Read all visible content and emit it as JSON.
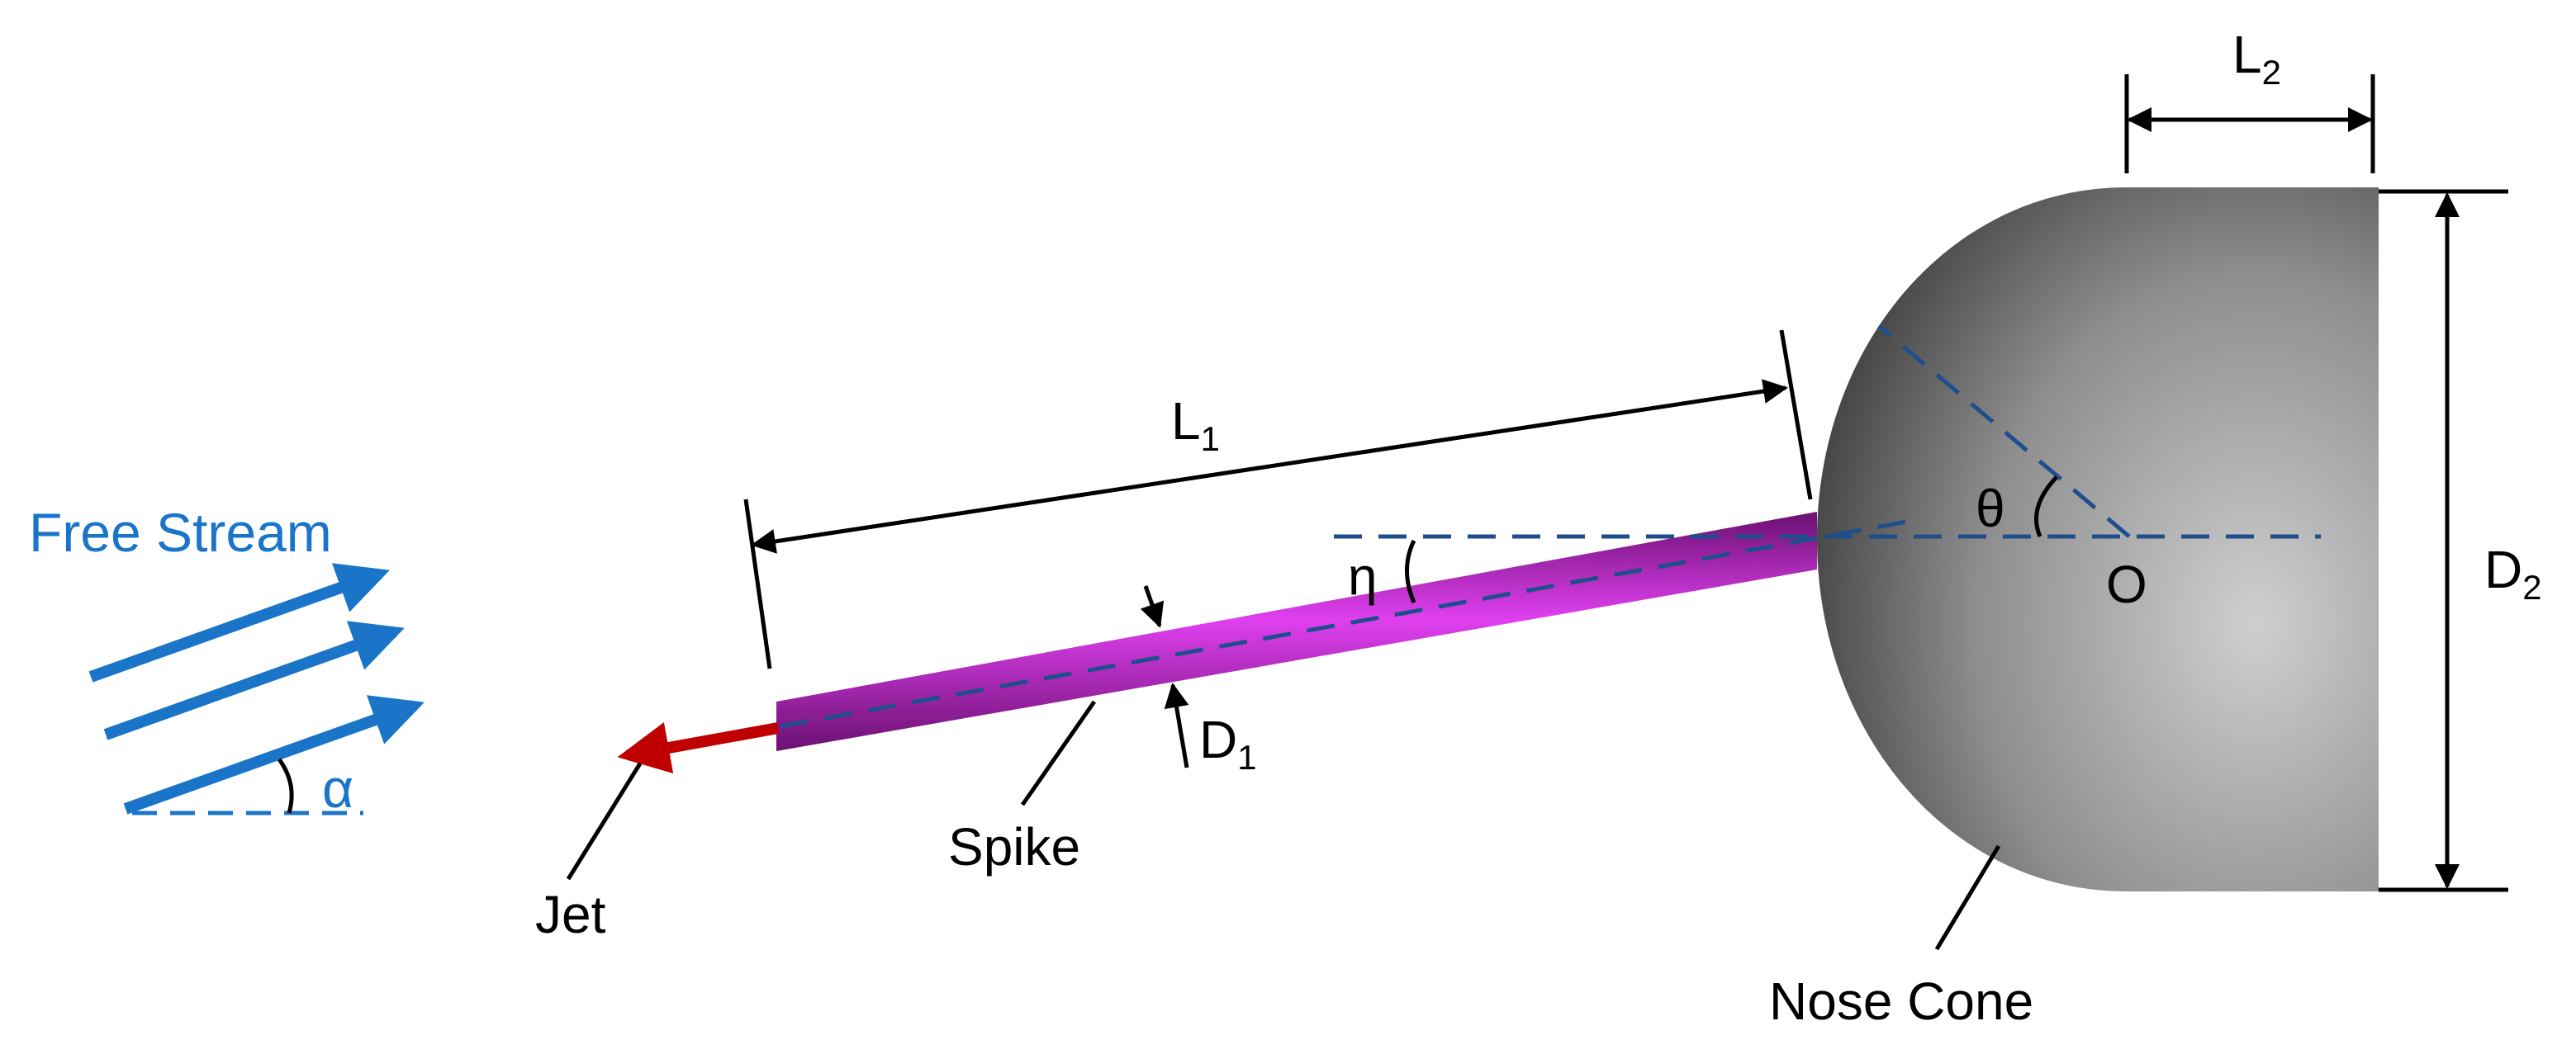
{
  "labels": {
    "free_stream": "Free Stream",
    "alpha": "α",
    "jet": "Jet",
    "spike": "Spike",
    "nose_cone": "Nose Cone",
    "l1_main": "L",
    "l1_sub": "1",
    "l2_main": "L",
    "l2_sub": "2",
    "d1_main": "D",
    "d1_sub": "1",
    "d2_main": "D",
    "d2_sub": "2",
    "eta": "η",
    "theta": "θ",
    "origin": "O"
  },
  "colors": {
    "free_stream": "#1a75c9",
    "jet": "#c00000",
    "spike": "#a020b0",
    "axis_dash": "#1f4e8c",
    "nose_cone_dark": "#3a3a3a",
    "nose_cone_light": "#c8c8c8"
  }
}
